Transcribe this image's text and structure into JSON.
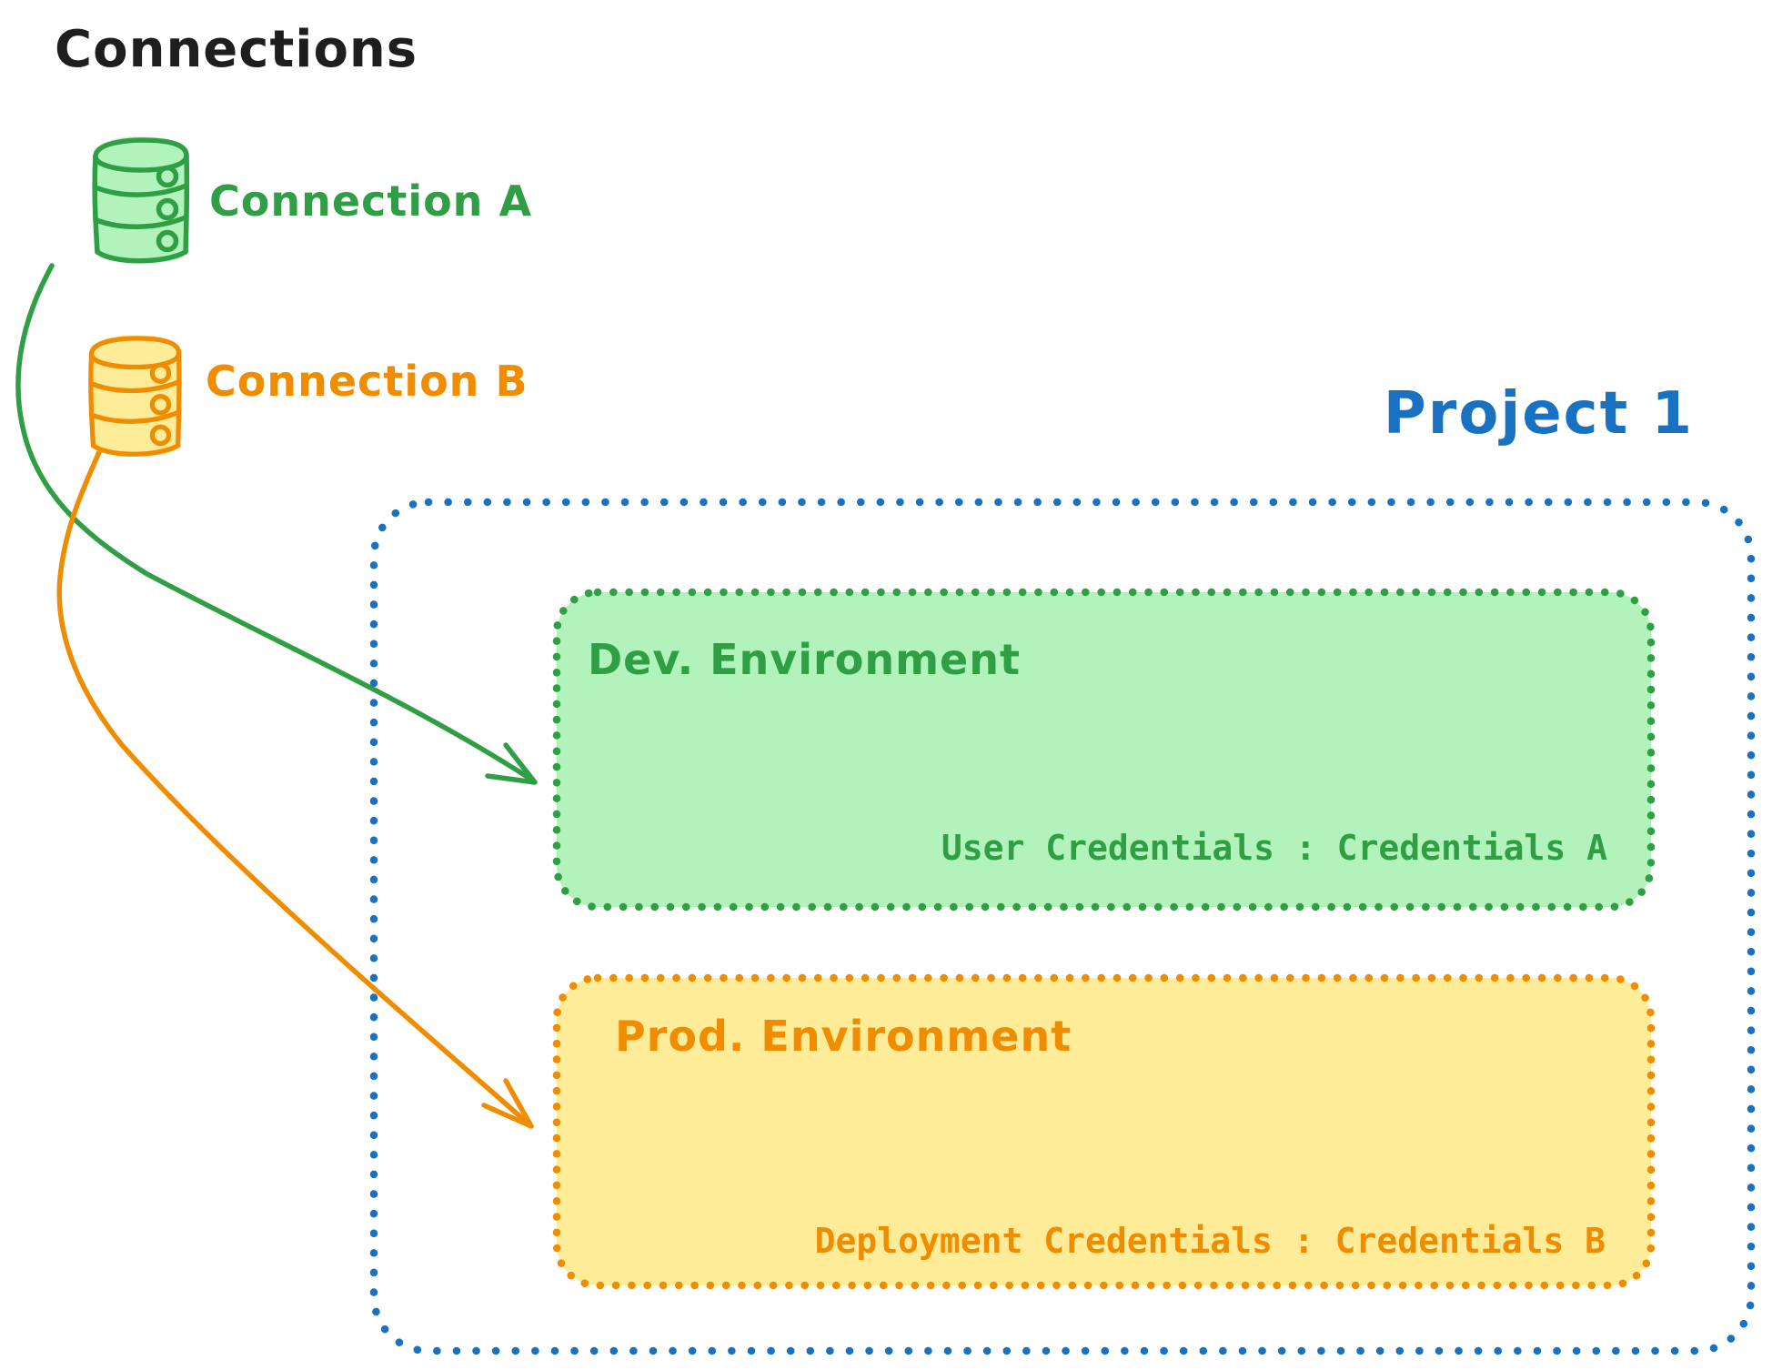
{
  "page": {
    "title": "Connections"
  },
  "colors": {
    "ink": "#1e1e1e",
    "green": "#2f9e44",
    "green_fill": "#b2f2bb",
    "orange": "#f08c00",
    "orange_fill": "#ffec99",
    "blue": "#1971c2"
  },
  "connections": {
    "a": {
      "label": "Connection A",
      "icon": "database-icon",
      "color": "#2f9e44"
    },
    "b": {
      "label": "Connection B",
      "icon": "database-icon",
      "color": "#f08c00"
    }
  },
  "project": {
    "label": "Project 1",
    "dev": {
      "title": "Dev. Environment",
      "credentials": "User Credentials : Credentials A"
    },
    "prod": {
      "title": "Prod. Environment",
      "credentials": "Deployment Credentials : Credentials B"
    }
  }
}
